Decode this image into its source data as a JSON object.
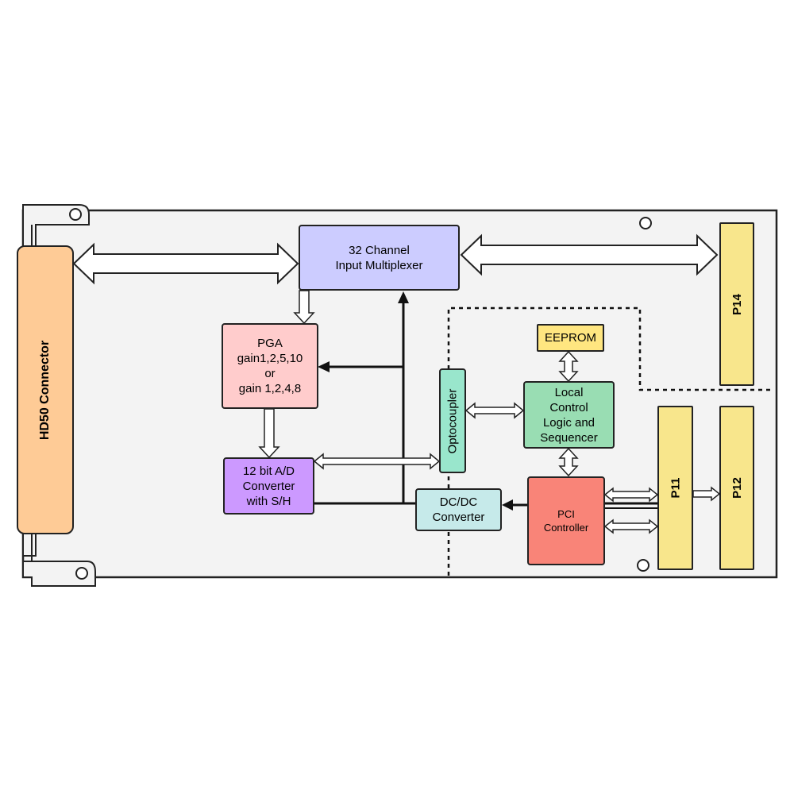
{
  "colors": {
    "board": "#f3f3f3",
    "hd50": "#fecb96",
    "mux": "#ccccff",
    "pga": "#ffcccc",
    "adc": "#cc99ff",
    "opto": "#99e6cc",
    "dcdc": "#c6eaea",
    "local": "#99ddb3",
    "eeprom": "#ffe680",
    "pci": "#f98478",
    "pmc": "#f8e68c"
  },
  "blocks": {
    "hd50": "HD50 Connector",
    "mux": [
      "32 Channel",
      "Input Multiplexer"
    ],
    "pga": [
      "PGA",
      "gain1,2,5,10",
      "or",
      "gain 1,2,4,8"
    ],
    "adc": [
      "12 bit A/D",
      "Converter",
      "with S/H"
    ],
    "optocoupler": "Optocoupler",
    "dcdc": [
      "DC/DC",
      "Converter"
    ],
    "local_control": [
      "Local",
      "Control",
      "Logic and",
      "Sequencer"
    ],
    "eeprom": "EEPROM",
    "pci": [
      "PCI",
      "Controller"
    ],
    "p14": "P14",
    "p11": "P11",
    "p12": "P12"
  }
}
